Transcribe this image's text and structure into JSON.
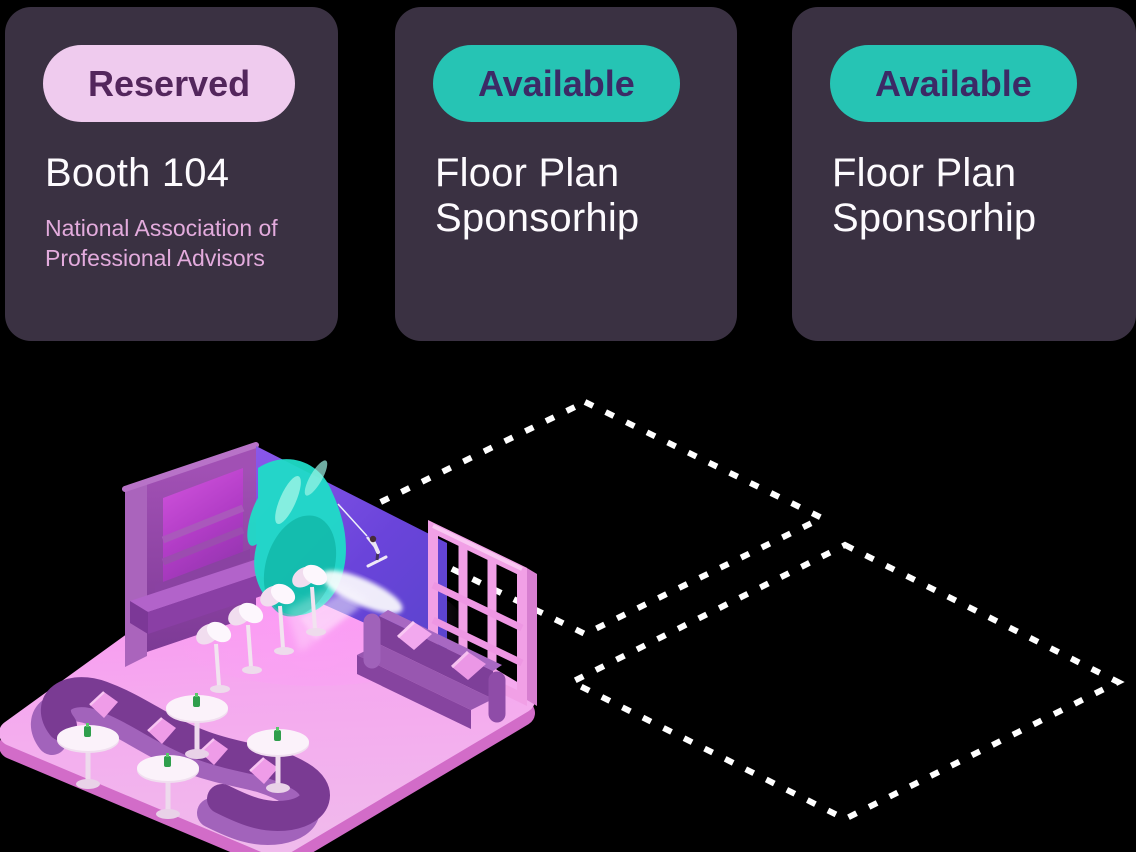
{
  "cards": [
    {
      "status_label": "Reserved",
      "status_variant": "reserved",
      "title": "Booth 104",
      "subtitle": "National Association of Professional Advisors"
    },
    {
      "status_label": "Available",
      "status_variant": "available",
      "title": "Floor Plan Sponsorhip"
    },
    {
      "status_label": "Available",
      "status_variant": "available",
      "title": "Floor Plan Sponsorhip"
    }
  ],
  "colors": {
    "page_background": "#000000",
    "card_background": "#3A3142",
    "card_title": "#FDFBFE",
    "card_subtitle": "#E3ABDD",
    "reserved_badge_bg": "#EFCBEE",
    "reserved_badge_text": "#53265C",
    "available_badge_bg": "#26C4B4",
    "available_badge_text": "#3C2A66",
    "spot_outline": "#FFFFFF",
    "booth_floor_pink": "#F5A9EF",
    "booth_wall_purple": "#8D43A4",
    "screen_teal_splash": "#1FDCC7",
    "screen_violet": "#6A44DA"
  },
  "floor_plan": {
    "outlined_available_spots": 2,
    "illustration": "isometric-lounge-booth"
  }
}
